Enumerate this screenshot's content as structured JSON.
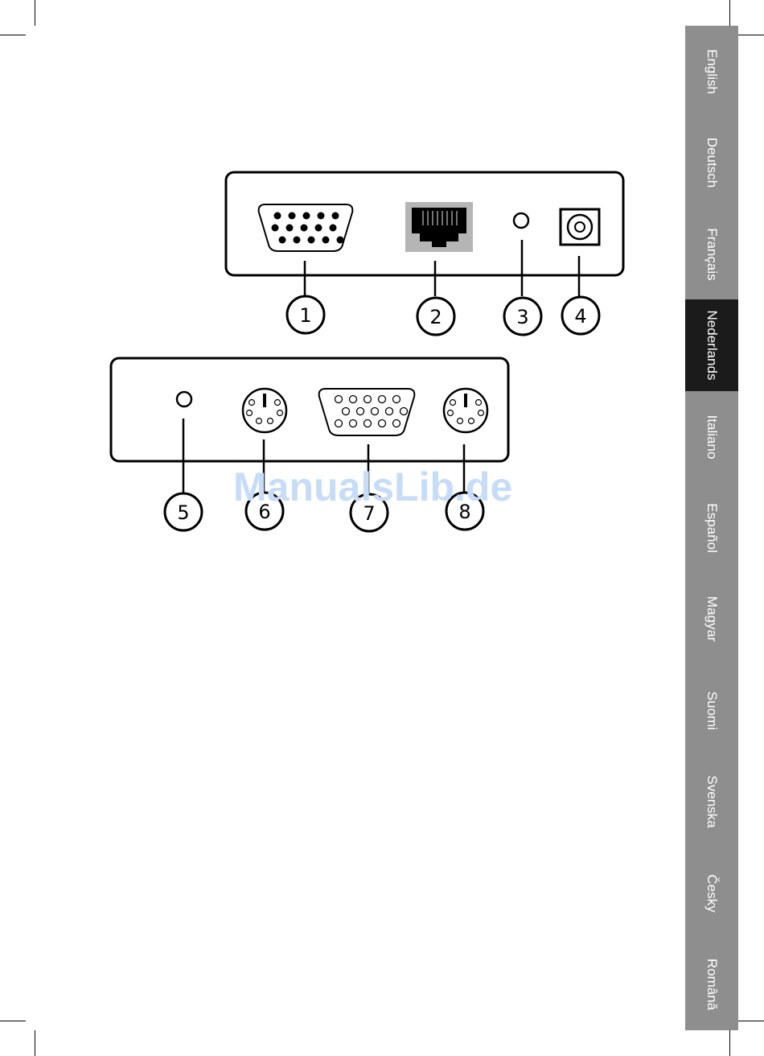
{
  "language_tabs": [
    {
      "label": "English",
      "active": false
    },
    {
      "label": "Deutsch",
      "active": false
    },
    {
      "label": "Français",
      "active": false
    },
    {
      "label": "Nederlands",
      "active": true
    },
    {
      "label": "Italiano",
      "active": false
    },
    {
      "label": "Español",
      "active": false
    },
    {
      "label": "Magyar",
      "active": false
    },
    {
      "label": "Suomi",
      "active": false
    },
    {
      "label": "Svenska",
      "active": false
    },
    {
      "label": "Česky",
      "active": false
    },
    {
      "label": "Română",
      "active": false
    }
  ],
  "diagram": {
    "callouts": [
      "1",
      "2",
      "3",
      "4",
      "5",
      "6",
      "7",
      "8"
    ]
  },
  "watermark": "ManualsLib.de",
  "colors": {
    "tab_inactive": "#8e8e8e",
    "tab_active": "#1b1b1b",
    "watermark": "#c7dcf7"
  }
}
